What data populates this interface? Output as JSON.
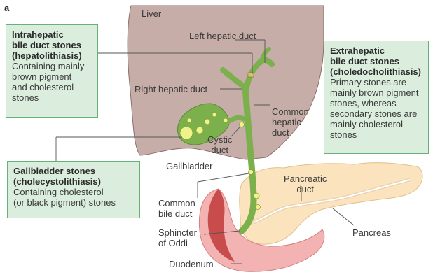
{
  "panel_letter": "a",
  "labels": {
    "liver": "Liver",
    "left_hepatic_duct": "Left hepatic duct",
    "right_hepatic_duct": "Right hepatic duct",
    "common_hepatic_duct": "Common\nhepatic\nduct",
    "cystic_duct": "Cystic\nduct",
    "gallbladder": "Gallbladder",
    "pancreatic_duct": "Pancreatic\nduct",
    "common_bile_duct": "Common\nbile duct",
    "sphincter_of_oddi": "Sphincter\nof Oddi",
    "duodenum": "Duodenum",
    "pancreas": "Pancreas"
  },
  "boxes": {
    "intrahepatic": {
      "title": "Intrahepatic\nbile duct stones\n(hepatolithiasis)",
      "body": "Containing mainly\nbrown pigment\nand cholesterol\nstones"
    },
    "extrahepatic": {
      "title": "Extrahepatic\nbile duct stones\n(choledocholithiasis)",
      "body": "Primary stones are\nmainly brown pigment\nstones, whereas\nsecondary stones are\nmainly cholesterol\nstones"
    },
    "gallbladder": {
      "title": "Gallbladder stones\n(cholecystolithiasis)",
      "body": "Containing cholesterol\n(or black pigment) stones"
    }
  },
  "colors": {
    "liver": "#c6ada7",
    "duct": "#7bb04c",
    "stone": "#eef28a",
    "box_fill": "#dbeedd",
    "box_border": "#66b07a",
    "pancreas": "#fbe3bd",
    "duodenum_outer": "#f3b3b3",
    "duodenum_inner": "#c94c4c"
  }
}
